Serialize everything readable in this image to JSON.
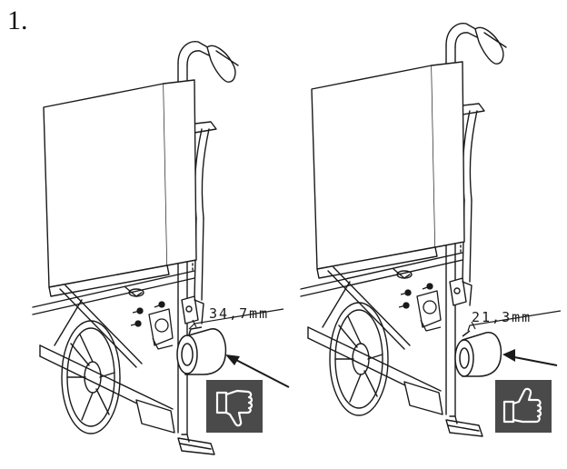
{
  "step": {
    "number": "1."
  },
  "panels": [
    {
      "measurement": "34,7mm",
      "verdict": "thumbs-down-icon",
      "verdict_meaning": "incorrect"
    },
    {
      "measurement": "21,3mm",
      "verdict": "thumbs-up-icon",
      "verdict_meaning": "correct"
    }
  ],
  "colors": {
    "line": "#1a1a1a",
    "badge_bg": "#4a4a4a",
    "badge_icon": "#ffffff",
    "background": "#ffffff"
  }
}
